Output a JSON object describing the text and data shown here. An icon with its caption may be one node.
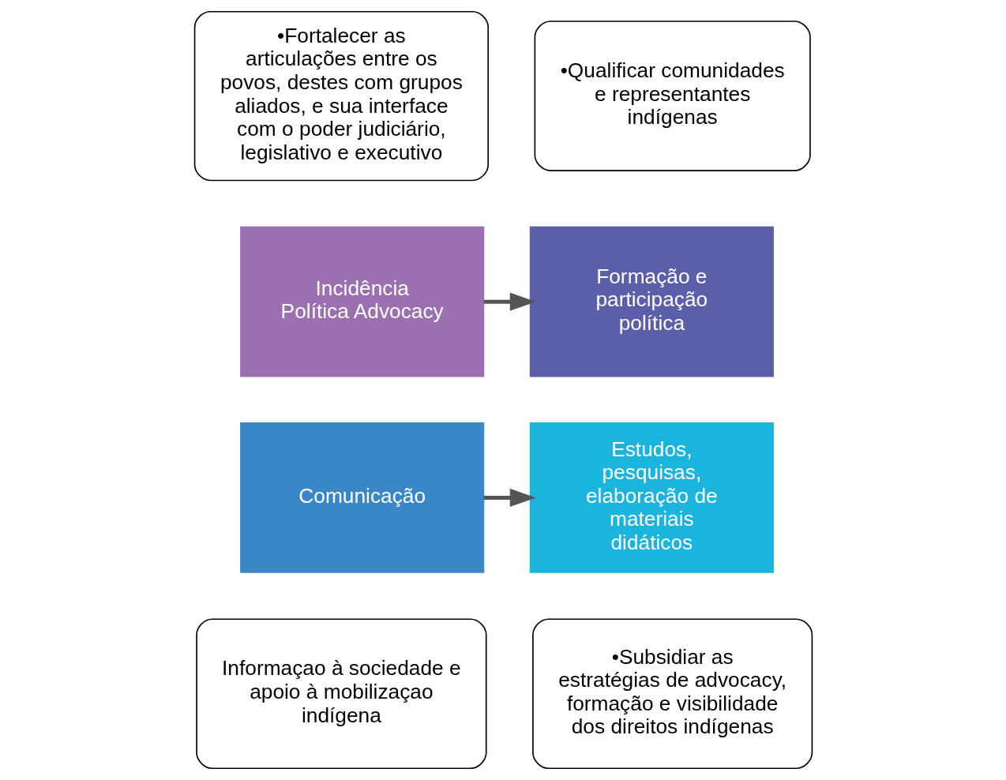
{
  "diagram": {
    "nodes": [
      {
        "text": [
          "•Fortalecer as articulações entre os povos, destes com grupos aliados, e sua interface com o poder judiciário, legislativo e executivo"
        ]
      },
      {
        "text": [
          "•Qualificar comunidades e representantes indígenas"
        ]
      },
      {
        "text": [
          "Incidência Política Advocacy"
        ]
      },
      {
        "text": [
          "Formação e participação política"
        ]
      },
      {
        "text": [
          "Estudos, pesquisas, elaboração de materiais didáticos"
        ]
      },
      {
        "text": [
          "Comunicação"
        ]
      },
      {
        "text": [
          "•Subsidiar as estratégias de advocacy, formação e visibilidade dos direitos indígenas"
        ]
      },
      {
        "text": [
          "Informaçao à sociedade e apoio à mobilizaçao indígena"
        ]
      }
    ],
    "edges": [
      {
        "from": 2,
        "to": 3,
        "arrow": "to"
      },
      {
        "from": 5,
        "to": 4,
        "arrow": "to"
      }
    ]
  }
}
